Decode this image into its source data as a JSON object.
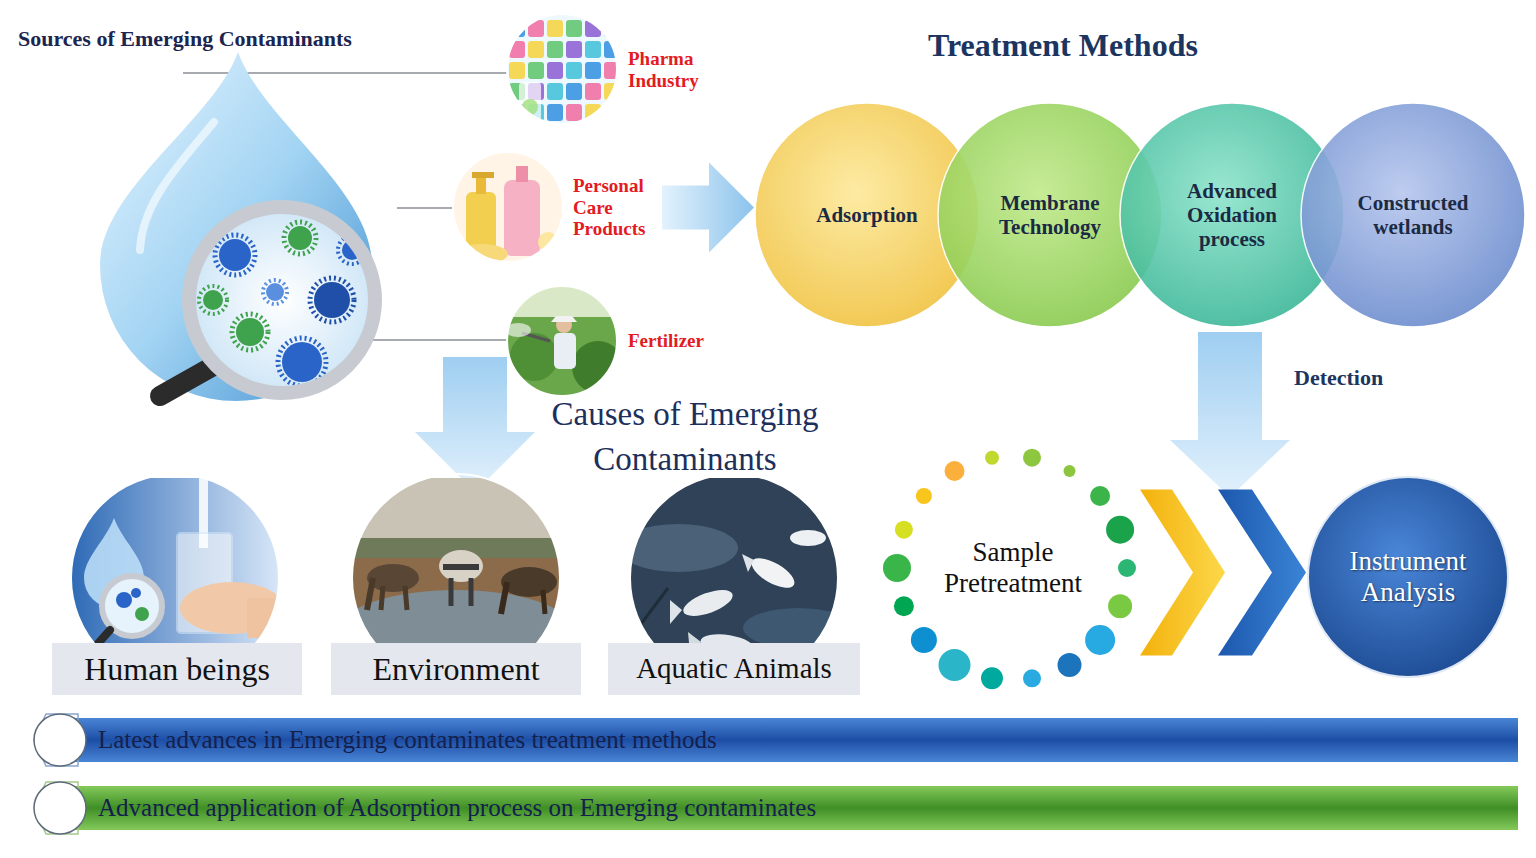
{
  "diagram": {
    "nodes": [
      {
        "text": [
          "Pharma Industry"
        ]
      },
      {
        "text": [
          "Personal Care Products"
        ]
      },
      {
        "text": [
          "Fertilizer"
        ]
      },
      {
        "text": [
          "Adsorption"
        ]
      },
      {
        "text": [
          "Membrane Technology"
        ]
      },
      {
        "text": [
          "Advanced Oxidation process"
        ]
      },
      {
        "text": [
          "Constructed wetlands"
        ]
      },
      {
        "text": [
          "Human beings"
        ]
      },
      {
        "text": [
          "Environment"
        ]
      },
      {
        "text": [
          "Aquatic Animals"
        ]
      },
      {
        "text": [
          "Sample Pretreatment"
        ]
      },
      {
        "text": [
          "Instrument Analysis"
        ]
      },
      {
        "text": [
          "Latest advances in Emerging contaminates treatment methods"
        ]
      },
      {
        "text": [
          "Advanced application of Adsorption process on Emerging contaminates"
        ]
      }
    ],
    "edges": [
      {
        "from": 1,
        "to": 3,
        "arrow": "to"
      },
      {
        "from": 10,
        "to": 11,
        "arrow": "to"
      }
    ],
    "labels": [
      "Sources of Emerging Contaminants",
      "Treatment Methods",
      "Causes of Emerging Contaminants",
      "Detection"
    ]
  }
}
